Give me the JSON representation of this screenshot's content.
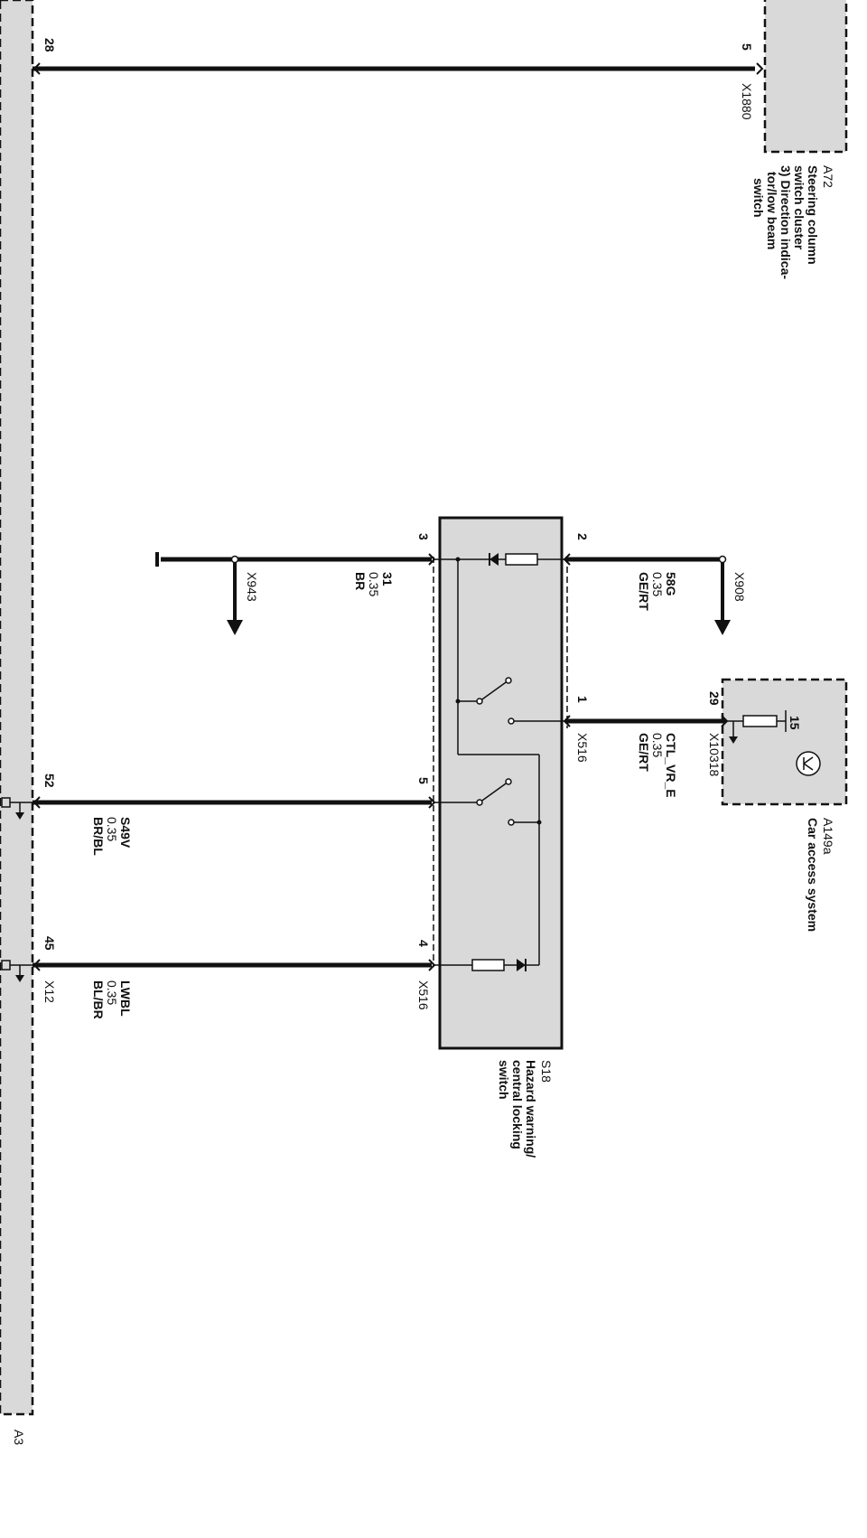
{
  "modules": {
    "a3": {
      "id": "A3"
    },
    "a72": {
      "id": "A72",
      "desc": [
        "Steering column",
        "switch cluster",
        "3) Direction indica-",
        "tor/low beam",
        "switch"
      ]
    },
    "a149a": {
      "id": "A149a",
      "desc": [
        "Car access system"
      ],
      "pin_label": "15"
    },
    "s18": {
      "id": "S18",
      "desc": [
        "Hazard warning/",
        "central locking",
        "switch"
      ]
    }
  },
  "connectors": {
    "x1880": "X1880",
    "x10318": "X10318",
    "x516_top": "X516",
    "x516_bottom": "X516",
    "x908": "X908",
    "x943": "X943",
    "x12": "X12"
  },
  "pins": {
    "a3_28": "28",
    "a3_52": "52",
    "a3_45": "45",
    "a72_5": "5",
    "a149a_29": "29",
    "s18_1": "1",
    "s18_2": "2",
    "s18_3": "3",
    "s18_4": "4",
    "s18_5": "5"
  },
  "wires": {
    "w58g": [
      "58G",
      "0.35",
      "GE/RT"
    ],
    "wctl": [
      "CTL_VR_E",
      "0.35",
      "GE/RT"
    ],
    "w31": [
      "31",
      "0.35",
      "BR"
    ],
    "ws49": [
      "S49V",
      "0.35",
      "BR/BL"
    ],
    "wlwbl": [
      "LWBL",
      "0.35",
      "BL/BR"
    ]
  },
  "colors": {
    "wire": "#111111",
    "module_fill": "#d9d9d9",
    "background": "#ffffff"
  }
}
